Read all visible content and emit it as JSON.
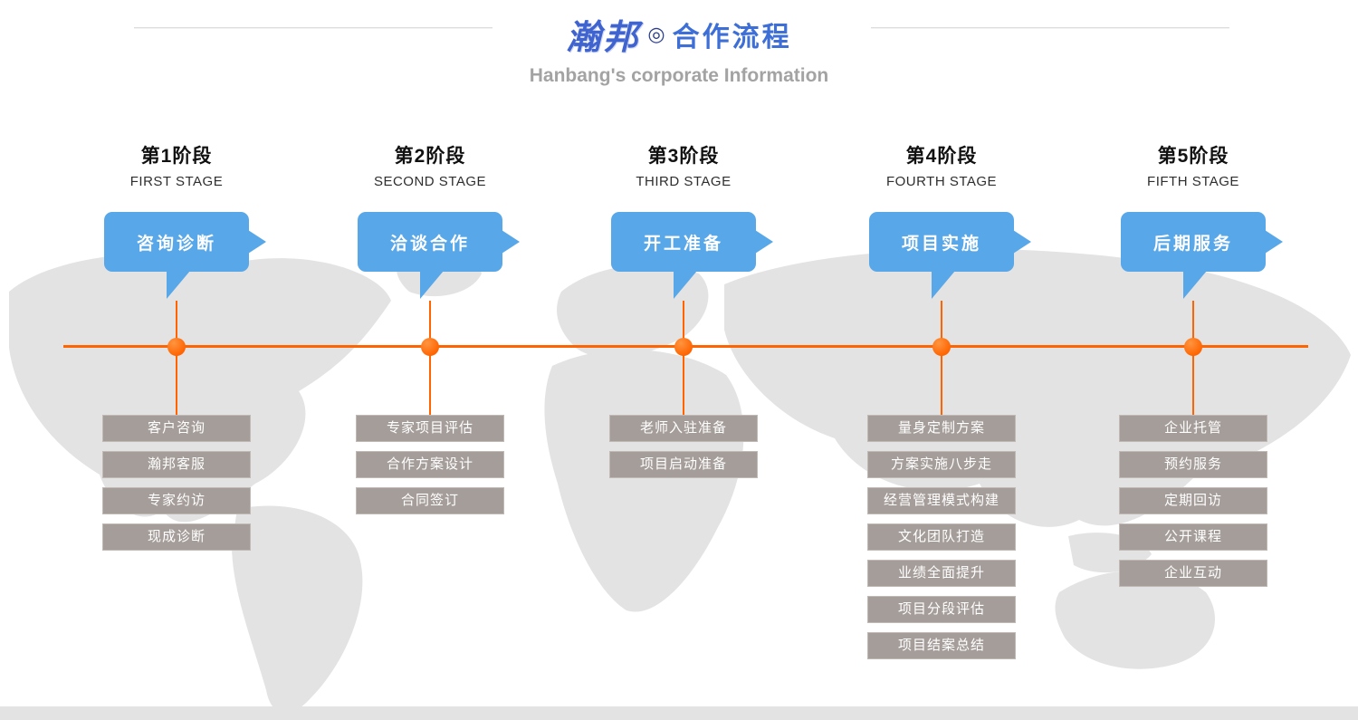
{
  "header": {
    "logo": "瀚邦",
    "logo_mark": "◎",
    "title": "合作流程",
    "subtitle": "Hanbang's corporate Information"
  },
  "stages": [
    {
      "label": "第1阶段",
      "label_en": "FIRST STAGE",
      "bubble": "咨询诊断",
      "items": [
        "客户咨询",
        "瀚邦客服",
        "专家约访",
        "现成诊断"
      ]
    },
    {
      "label": "第2阶段",
      "label_en": "SECOND STAGE",
      "bubble": "洽谈合作",
      "items": [
        "专家项目评估",
        "合作方案设计",
        "合同签订"
      ]
    },
    {
      "label": "第3阶段",
      "label_en": "THIRD STAGE",
      "bubble": "开工准备",
      "items": [
        "老师入驻准备",
        "项目启动准备"
      ]
    },
    {
      "label": "第4阶段",
      "label_en": "FOURTH STAGE",
      "bubble": "项目实施",
      "items": [
        "量身定制方案",
        "方案实施八步走",
        "经营管理模式构建",
        "文化团队打造",
        "业绩全面提升",
        "项目分段评估",
        "项目结案总结"
      ]
    },
    {
      "label": "第5阶段",
      "label_en": "FIFTH STAGE",
      "bubble": "后期服务",
      "items": [
        "企业托管",
        "预约服务",
        "定期回访",
        "公开课程",
        "企业互动"
      ]
    }
  ],
  "colors": {
    "accent-blue": "#57a7e9",
    "timeline-orange": "#ff6400",
    "box-gray": "#a59d9a",
    "title-blue": "#3d6fd6",
    "logo-blue": "#3f63cf",
    "subtitle-gray": "#a3a3a3"
  }
}
